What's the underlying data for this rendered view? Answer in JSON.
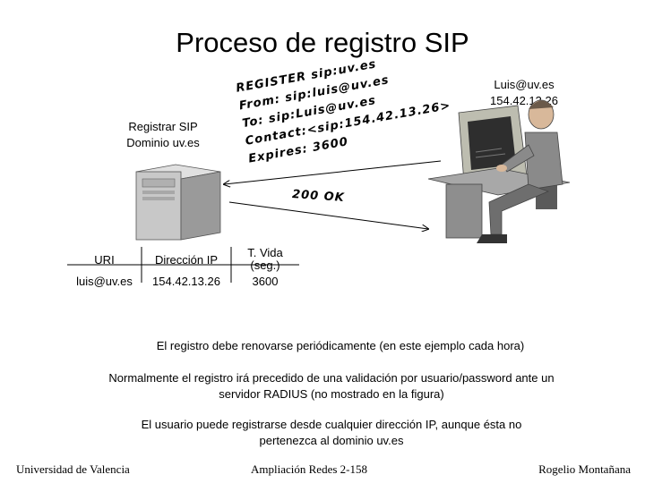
{
  "title": "Proceso de registro SIP",
  "client": {
    "address": "Luis@uv.es",
    "ip": "154.42.13.26"
  },
  "server": {
    "label_line1": "Registrar SIP",
    "label_line2": "Dominio uv.es"
  },
  "register_message": [
    "REGISTER sip:uv.es",
    "From: sip:luis@uv.es",
    "To: sip:Luis@uv.es",
    "Contact:<sip:154.42.13.26>",
    "Expires: 3600"
  ],
  "response": "200 OK",
  "table": {
    "headers": [
      "URI",
      "Dirección IP",
      "T. Vida (seg.)"
    ],
    "row": [
      "luis@uv.es",
      "154.42.13.26",
      "3600"
    ]
  },
  "notes": [
    "El registro debe renovarse periódicamente (en este ejemplo cada hora)",
    "Normalmente el registro irá precedido de una validación por usuario/password ante un servidor RADIUS (no mostrado en la figura)",
    "El usuario puede registrarse desde cualquier dirección IP, aunque ésta no pertenezca al dominio uv.es"
  ],
  "footer": {
    "left": "Universidad de Valencia",
    "center": "Ampliación Redes 2-158",
    "right": "Rogelio Montañana"
  },
  "colors": {
    "server_body": "#c8c8c8",
    "monitor": "#bdbdb0",
    "shirt": "#8a8a8a",
    "skin": "#d8b89a"
  }
}
